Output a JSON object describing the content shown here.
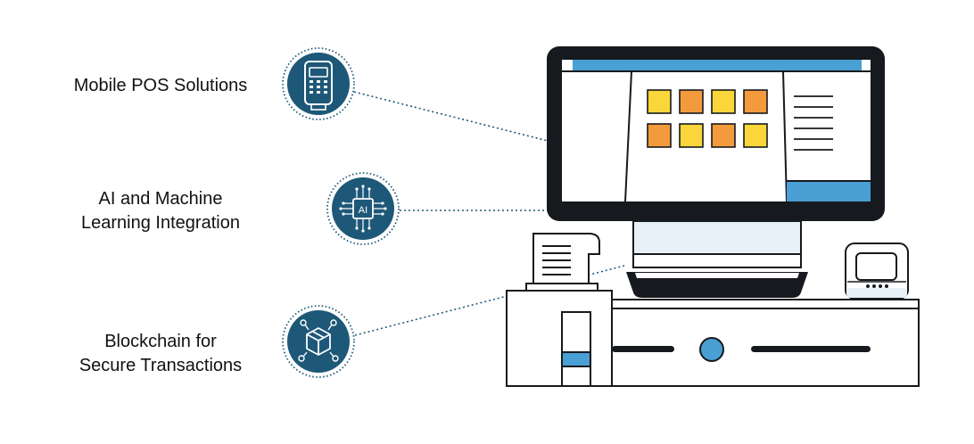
{
  "features": [
    {
      "lines": [
        "Mobile POS Solutions"
      ],
      "icon": "mobile-pos-terminal-icon"
    },
    {
      "lines": [
        "AI and Machine",
        "Learning Integration"
      ],
      "icon": "ai-chip-icon"
    },
    {
      "lines": [
        "Blockchain for",
        "Secure Transactions"
      ],
      "icon": "blockchain-cube-icon"
    }
  ],
  "illustration": "pos-register",
  "colors": {
    "navy": "#1e5878",
    "blue": "#4a9fd4",
    "orange": "#f39a3c",
    "yellow": "#fad63a",
    "outline": "#16191d",
    "light": "#e6f0f7"
  }
}
